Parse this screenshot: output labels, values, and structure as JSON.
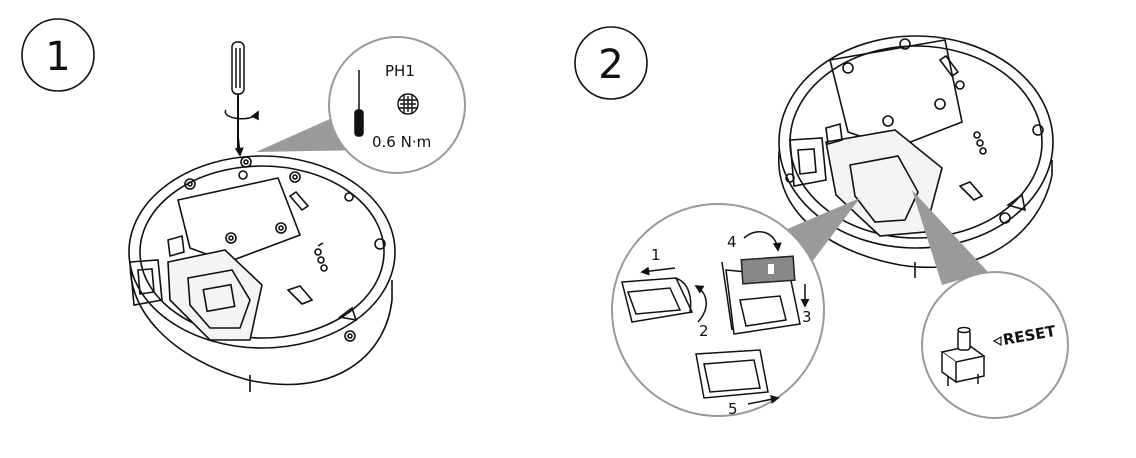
{
  "steps": [
    {
      "number": "1"
    },
    {
      "number": "2"
    }
  ],
  "step1": {
    "tool_type": "PH1",
    "torque": "0.6 N·m"
  },
  "step2": {
    "sequence": [
      "1",
      "2",
      "3",
      "4",
      "5"
    ],
    "reset_label": "RESET"
  }
}
